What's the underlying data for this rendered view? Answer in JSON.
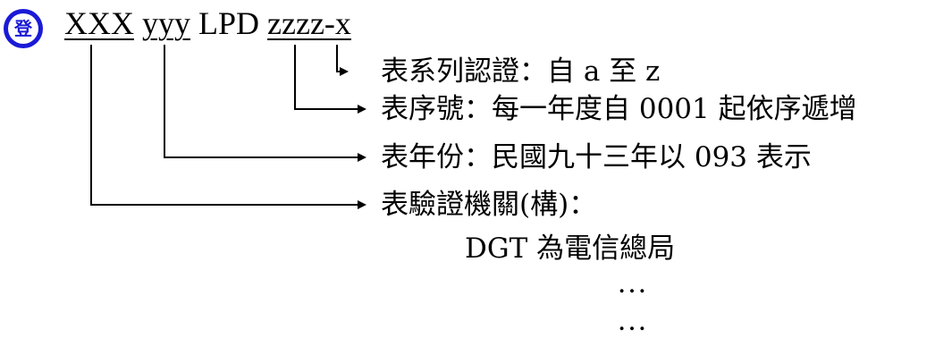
{
  "badge": {
    "text": "登",
    "color": "#1a1ad6",
    "icon": "circle-badge-icon"
  },
  "code": {
    "part_xxx": "XXX",
    "part_yyy": "yyy",
    "part_lpd": "LPD",
    "part_zzzz": "zzzz-x"
  },
  "descriptions": {
    "series": "表系列認證：自 a 至 z",
    "serial": "表序號：每一年度自 0001 起依序遞增",
    "year": "表年份：民國九十三年以 093 表示",
    "agency": "表驗證機關(構)：",
    "agency_example": "DGT 為電信總局"
  },
  "ellipsis": [
    "…",
    "…"
  ],
  "colors": {
    "line": "#000000",
    "badge": "#1a1ad6"
  }
}
